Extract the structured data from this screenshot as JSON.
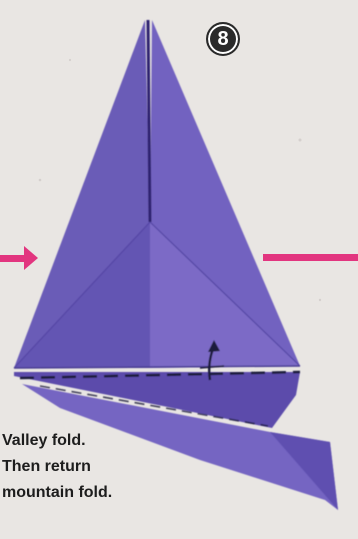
{
  "step": {
    "number": "8"
  },
  "instructions": {
    "lines": [
      "Valley fold.",
      "Then return",
      "mountain fold."
    ]
  },
  "colors": {
    "paper_background": "#e9e6e3",
    "origami_paper": "#6a5bb7",
    "origami_paper_light": "#7f70c8",
    "origami_paper_dark": "#4d3f96",
    "arrow_pink": "#e2357f",
    "fold_line": "#1a1a3a"
  },
  "icons": {
    "left_arrow": "pink-arrow-right-icon",
    "right_arrow": "pink-line-icon",
    "fold_arrow": "up-arrow-icon"
  }
}
